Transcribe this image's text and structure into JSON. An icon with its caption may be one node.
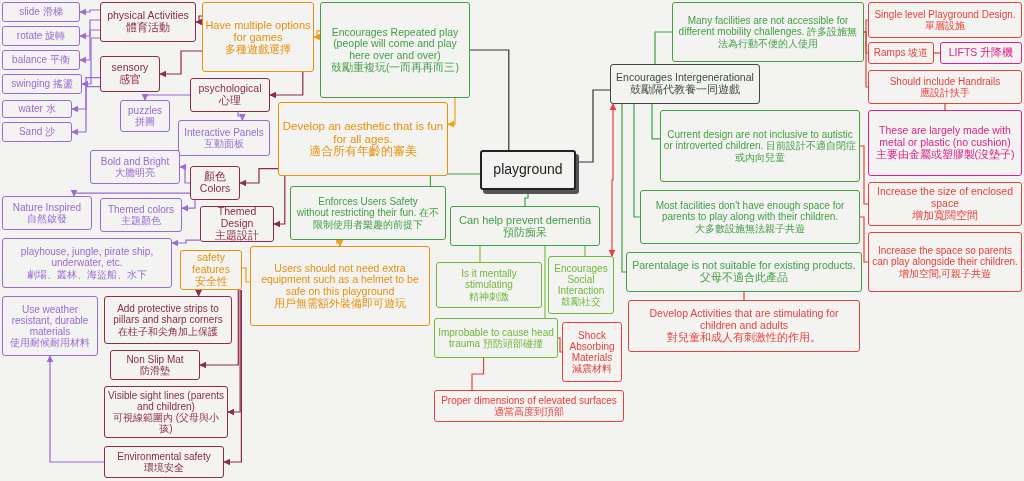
{
  "diagram": {
    "nodes": [
      {
        "text": [
          "playground"
        ]
      },
      {
        "text": [
          "Encourages Repeated play (people will come and play here over and over)",
          "鼓勵重複玩(一而再再而三)"
        ]
      },
      {
        "text": [
          "Have multiple options for games",
          "多種遊戲選擇"
        ]
      },
      {
        "text": [
          "physical Activities",
          "體育活動"
        ]
      },
      {
        "text": [
          "slide 滑梯"
        ]
      },
      {
        "text": [
          "rotate 旋轉"
        ]
      },
      {
        "text": [
          "balance 平衡"
        ]
      },
      {
        "text": [
          "swinging 搖盪"
        ]
      },
      {
        "text": [
          "sensory",
          "感官"
        ]
      },
      {
        "text": [
          "water 水"
        ]
      },
      {
        "text": [
          "Sand 沙"
        ]
      },
      {
        "text": [
          "psychological",
          "心理"
        ]
      },
      {
        "text": [
          "puzzles",
          "拼圖"
        ]
      },
      {
        "text": [
          "Interactive Panels 互動面板"
        ]
      },
      {
        "text": [
          "Develop an aesthetic that is fun for all ages.",
          "適合所有年齡的審美"
        ]
      },
      {
        "text": [
          "顏色",
          "Colors"
        ]
      },
      {
        "text": [
          "Bold and Bright",
          "大膽明亮"
        ]
      },
      {
        "text": [
          "Themed Design",
          "主題設計"
        ]
      },
      {
        "text": [
          "Nature Inspired",
          "自然啟發"
        ]
      },
      {
        "text": [
          "Themed colors",
          "主題顏色"
        ]
      },
      {
        "text": [
          "playhouse, jungle, pirate ship, underwater, etc.",
          "劇場、叢林、海盜船、水下"
        ]
      },
      {
        "text": [
          "Use weather resistant, durable materials",
          "使用耐候耐用材料"
        ]
      },
      {
        "text": [
          "safety features",
          "安全性"
        ]
      },
      {
        "text": [
          "Users should not need extra equipment such as a helmet to be safe on this playground",
          "用戶無需額外裝備即可遊玩"
        ]
      },
      {
        "text": [
          "Add protective strips to pillars and sharp corners",
          "在柱子和尖角加上保護"
        ]
      },
      {
        "text": [
          "Non Slip Mat",
          "防滑墊"
        ]
      },
      {
        "text": [
          "Visible sight lines (parents and children)",
          "可視線範圍內 (父母與小孩)"
        ]
      },
      {
        "text": [
          "Environmental safety",
          "環境安全"
        ]
      },
      {
        "text": [
          "Enforces Users Safety",
          "without restricting their fun. 在不限制使用者樂趣的前提下"
        ]
      },
      {
        "text": [
          "Can help prevent dementia",
          "預防痴呆"
        ]
      },
      {
        "text": [
          "Is it mentally stimulating",
          "精神刺激"
        ]
      },
      {
        "text": [
          "Encourages Social Interaction",
          "鼓勵社交"
        ]
      },
      {
        "text": [
          "Improbable to cause head trauma 預防頭部碰撞"
        ]
      },
      {
        "text": [
          "Shock Absorbing Materials",
          "減震材料"
        ]
      },
      {
        "text": [
          "Proper dimensions of elevated surfaces",
          "適當高度到頂部"
        ]
      },
      {
        "text": [
          "Encourages Intergenerational",
          "鼓勵隔代教養一同遊戲"
        ]
      },
      {
        "text": [
          "Many facilities are not accessible for different mobility challenges. 許多設施無法為行動不便的人使用"
        ]
      },
      {
        "text": [
          "Current design are not inclusive to autistic or introverted children. 目前設計不適自閉症或內向兒童"
        ]
      },
      {
        "text": [
          "Most facilities don't have enough space for parents to play along with their children.",
          "大多數設施無法親子共遊"
        ]
      },
      {
        "text": [
          "Parentalage is not suitable for existing products.",
          "父母不適合此產品"
        ]
      },
      {
        "text": [
          "Develop Activities that are stimulating for children and adults",
          "對兒童和成人有刺激性的作用。"
        ]
      },
      {
        "text": [
          "Single level Playground Design.",
          "單層設施"
        ]
      },
      {
        "text": [
          "Ramps 坡道"
        ]
      },
      {
        "text": [
          "LIFTS 升降機"
        ]
      },
      {
        "text": [
          "Should include Handrails",
          "應設計扶手"
        ]
      },
      {
        "text": [
          "These are largely made with metal or plastic (no cushion)",
          "主要由金屬或塑膠製(沒墊子)"
        ]
      },
      {
        "text": [
          "Increase the size of enclosed space",
          "增加寬闊空間"
        ]
      },
      {
        "text": [
          "Increase the space so parents can play alongside their children.",
          "增加空間,可親子共遊"
        ]
      }
    ],
    "edges": [
      {
        "from": 0,
        "to": 1,
        "arrow": "none",
        "color": "#333333"
      },
      {
        "from": 0,
        "to": 35,
        "arrow": "none",
        "color": "#333333"
      },
      {
        "from": 0,
        "to": 28,
        "arrow": "none",
        "color": "#43a047"
      },
      {
        "from": 0,
        "to": 29,
        "arrow": "none",
        "color": "#43a047"
      },
      {
        "from": 1,
        "to": 2,
        "arrow": "to",
        "color": "#f29d12"
      },
      {
        "from": 1,
        "to": 14,
        "arrow": "to",
        "color": "#f29d12"
      },
      {
        "from": 2,
        "to": 3,
        "arrow": "to",
        "color": "#8e2a4a"
      },
      {
        "from": 2,
        "to": 8,
        "arrow": "to",
        "color": "#8e2a4a"
      },
      {
        "from": 2,
        "to": 11,
        "arrow": "to",
        "color": "#8e2a4a"
      },
      {
        "from": 3,
        "to": 4,
        "arrow": "to",
        "color": "#9a6ad6"
      },
      {
        "from": 3,
        "to": 5,
        "arrow": "to",
        "color": "#9a6ad6"
      },
      {
        "from": 3,
        "to": 6,
        "arrow": "to",
        "color": "#9a6ad6"
      },
      {
        "from": 3,
        "to": 7,
        "arrow": "to",
        "color": "#9a6ad6"
      },
      {
        "from": 8,
        "to": 9,
        "arrow": "to",
        "color": "#9a6ad6"
      },
      {
        "from": 8,
        "to": 10,
        "arrow": "to",
        "color": "#9a6ad6"
      },
      {
        "from": 11,
        "to": 12,
        "arrow": "to",
        "color": "#9a6ad6"
      },
      {
        "from": 11,
        "to": 13,
        "arrow": "to",
        "color": "#9a6ad6"
      },
      {
        "from": 14,
        "to": 15,
        "arrow": "to",
        "color": "#8e2a4a"
      },
      {
        "from": 14,
        "to": 17,
        "arrow": "to",
        "color": "#8e2a4a"
      },
      {
        "from": 15,
        "to": 16,
        "arrow": "to",
        "color": "#9a6ad6"
      },
      {
        "from": 15,
        "to": 18,
        "arrow": "to",
        "color": "#9a6ad6"
      },
      {
        "from": 15,
        "to": 19,
        "arrow": "to",
        "color": "#9a6ad6"
      },
      {
        "from": 17,
        "to": 20,
        "arrow": "to",
        "color": "#9a6ad6"
      },
      {
        "from": 28,
        "to": 23,
        "arrow": "to",
        "color": "#f29d12"
      },
      {
        "from": 22,
        "to": 24,
        "arrow": "to",
        "color": "#8e2a4a"
      },
      {
        "from": 22,
        "to": 25,
        "arrow": "to",
        "color": "#8e2a4a"
      },
      {
        "from": 22,
        "to": 26,
        "arrow": "to",
        "color": "#8e2a4a"
      },
      {
        "from": 22,
        "to": 27,
        "arrow": "to",
        "color": "#8e2a4a"
      },
      {
        "from": 27,
        "to": 21,
        "arrow": "to",
        "color": "#9a6ad6"
      },
      {
        "from": 22,
        "to": 23,
        "arrow": "none",
        "color": "#f29d12"
      },
      {
        "from": 29,
        "to": 30,
        "arrow": "none",
        "color": "#7cc242"
      },
      {
        "from": 29,
        "to": 31,
        "arrow": "none",
        "color": "#7cc242"
      },
      {
        "from": 29,
        "to": 32,
        "arrow": "none",
        "color": "#7cc242"
      },
      {
        "from": 32,
        "to": 33,
        "arrow": "none",
        "color": "#e8413c"
      },
      {
        "from": 32,
        "to": 34,
        "arrow": "none",
        "color": "#e8413c"
      },
      {
        "from": 35,
        "to": 36,
        "arrow": "none",
        "color": "#43a047"
      },
      {
        "from": 35,
        "to": 37,
        "arrow": "none",
        "color": "#43a047"
      },
      {
        "from": 35,
        "to": 38,
        "arrow": "none",
        "color": "#43a047"
      },
      {
        "from": 35,
        "to": 39,
        "arrow": "none",
        "color": "#43a047"
      },
      {
        "from": 35,
        "to": 31,
        "arrow": "both",
        "color": "#e8413c"
      },
      {
        "from": 36,
        "to": 41,
        "arrow": "none",
        "color": "#e8413c"
      },
      {
        "from": 36,
        "to": 42,
        "arrow": "none",
        "color": "#e8413c"
      },
      {
        "from": 36,
        "to": 44,
        "arrow": "none",
        "color": "#e8413c"
      },
      {
        "from": 42,
        "to": 43,
        "arrow": "none",
        "color": "#e8413c"
      },
      {
        "from": 44,
        "to": 45,
        "arrow": "none",
        "color": "#e8413c"
      },
      {
        "from": 37,
        "to": 46,
        "arrow": "none",
        "color": "#e8413c"
      },
      {
        "from": 38,
        "to": 47,
        "arrow": "none",
        "color": "#e8413c"
      },
      {
        "from": 39,
        "to": 40,
        "arrow": "none",
        "color": "#e8413c"
      }
    ]
  }
}
